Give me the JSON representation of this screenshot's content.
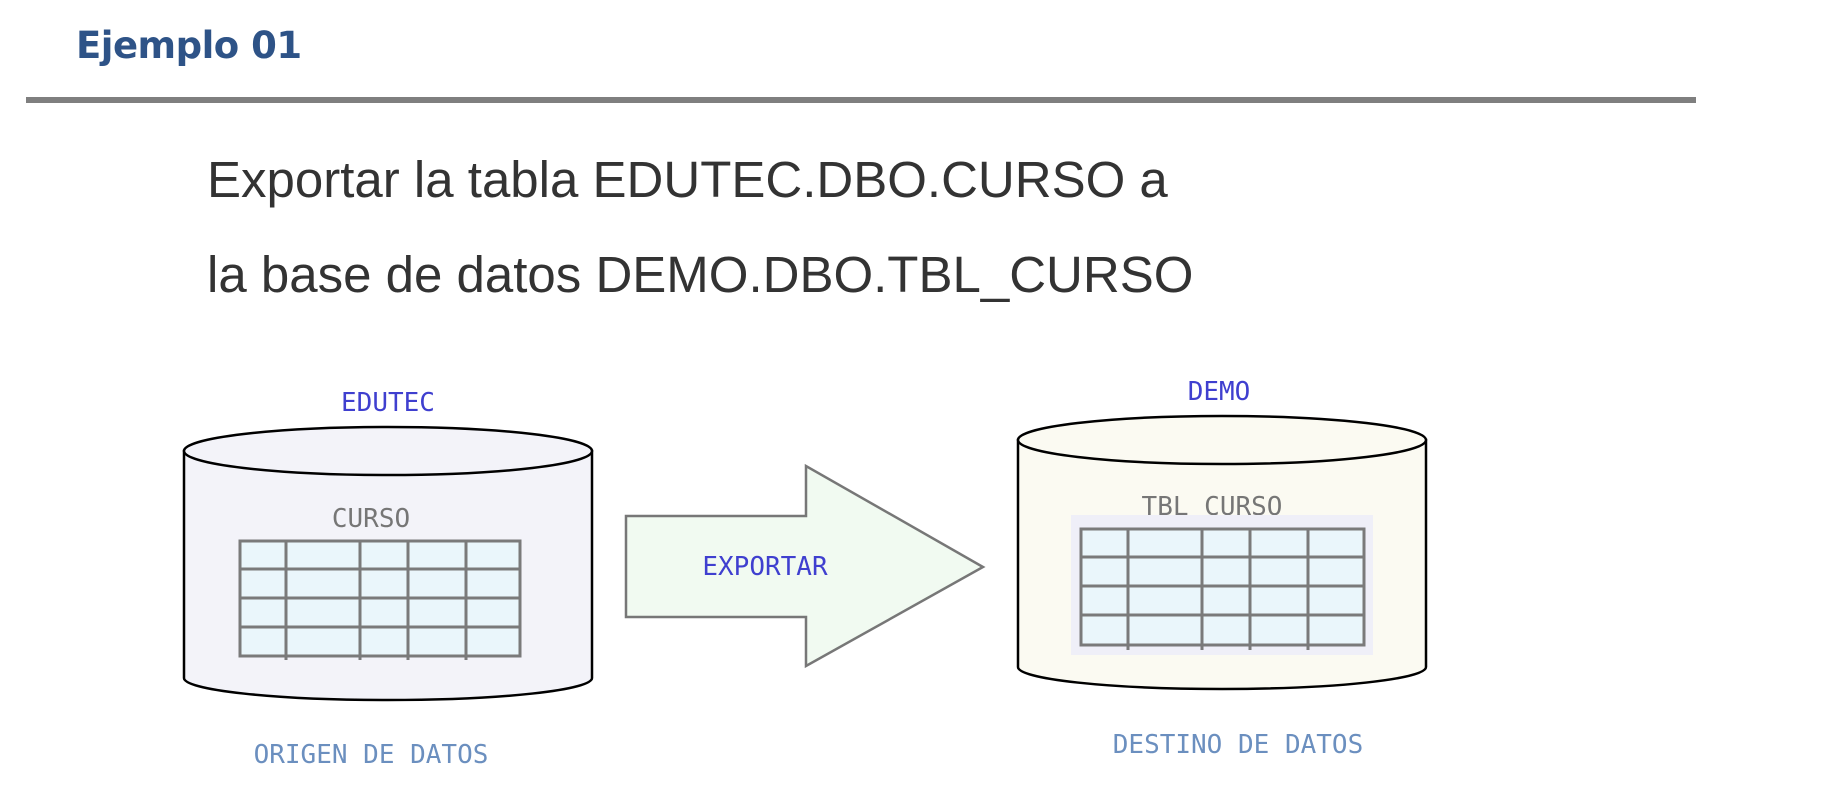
{
  "header": {
    "title": "Ejemplo 01"
  },
  "description": {
    "line1": "Exportar la tabla EDUTEC.DBO.CURSO a",
    "line2": "la base de datos DEMO.DBO.TBL_CURSO"
  },
  "diagram": {
    "source": {
      "db_name": "EDUTEC",
      "table_name": "CURSO",
      "caption": "ORIGEN DE DATOS",
      "fill": "#f3f3f9"
    },
    "action": {
      "label": "EXPORTAR",
      "fill": "#f1faf1"
    },
    "target": {
      "db_name": "DEMO",
      "table_name": "TBL_CURSO",
      "caption": "DESTINO DE DATOS",
      "fill": "#fbfaf2"
    },
    "colors": {
      "db_label": "#3f3fcf",
      "caption": "#6b8fbf",
      "table_label": "#767676",
      "grid_fill": "#eaf6fb",
      "grid_stroke": "#7a7a7a"
    }
  }
}
